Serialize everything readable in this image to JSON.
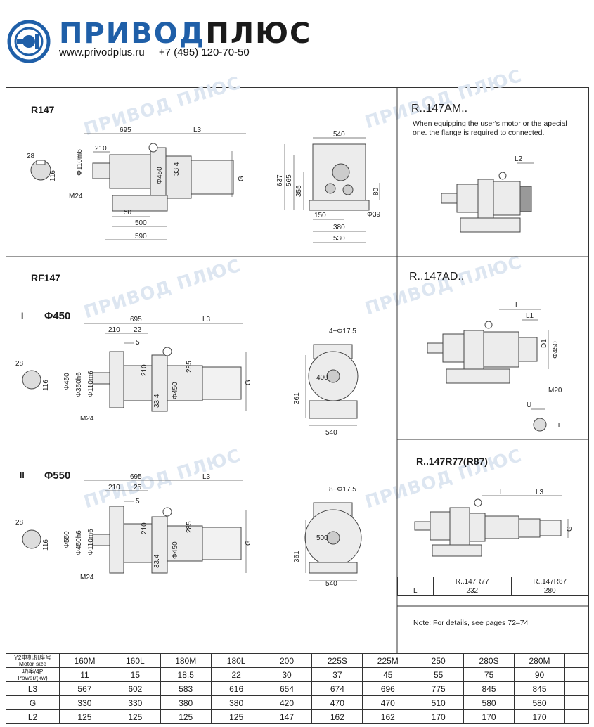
{
  "header": {
    "brand_part1": "ПРИВОД",
    "brand_part2": "ПЛЮС",
    "website": "www.privodplus.ru",
    "phone": "+7 (495) 120-70-50"
  },
  "watermark": "ПРИВОД ПЛЮС",
  "sections": {
    "r147": {
      "title": "R147",
      "dims": {
        "d695": "695",
        "dL3": "L3",
        "d210": "210",
        "d28": "28",
        "d116": "116",
        "dM24": "M24",
        "dshaft": "Φ110m6",
        "dflange": "Φ450",
        "d334": "33.4",
        "d50": "50",
        "d500": "500",
        "d590": "590",
        "dG": "G",
        "d540": "540",
        "d637": "637",
        "d565": "565",
        "d355": "355",
        "d80": "80",
        "d150": "150",
        "d39": "Φ39",
        "d380": "380",
        "d530": "530"
      }
    },
    "r147am": {
      "title": "R..147AM..",
      "note": "When equipping the user's motor or the apecial one. the flange is required to connected.",
      "dims": {
        "dL2": "L2"
      }
    },
    "rf147": {
      "title": "RF147",
      "variant1": {
        "num": "I",
        "size": "Φ450",
        "d695": "695",
        "dL3": "L3",
        "d210": "210",
        "d22": "22",
        "d5": "5",
        "d28": "28",
        "d116": "116",
        "dM24": "M24",
        "d350": "Φ350h6",
        "d110": "Φ110m6",
        "d450": "Φ450",
        "dflange": "Φ450",
        "d210v": "210",
        "d285": "285",
        "d334": "33.4",
        "dG": "G",
        "holes": "4−Φ17.5",
        "d400": "400",
        "d361": "361",
        "d540": "540"
      },
      "variant2": {
        "num": "II",
        "size": "Φ550",
        "d695": "695",
        "dL3": "L3",
        "d210": "210",
        "d25": "25",
        "d5": "5",
        "d28": "28",
        "d116": "116",
        "dM24": "M24",
        "d550": "Φ550",
        "d450h6": "Φ450h6",
        "d110": "Φ110m6",
        "dflange": "Φ450",
        "d210v": "210",
        "d285": "285",
        "d334": "33.4",
        "dG": "G",
        "holes": "8−Φ17.5",
        "d500": "500",
        "d361": "361",
        "d540": "540"
      }
    },
    "r147ad": {
      "title": "R..147AD..",
      "dims": {
        "dL": "L",
        "dL1": "L1",
        "dD1": "D1",
        "dphi": "Φ450",
        "dM20": "M20",
        "dU": "U",
        "dT": "T"
      }
    },
    "r147r77": {
      "title": "R..147R77(R87)",
      "dims": {
        "dL": "L",
        "dL3": "L3",
        "dG": "G"
      },
      "table": {
        "col1": "R..147R77",
        "col2": "R..147R87",
        "row_label": "L",
        "v1": "232",
        "v2": "280"
      }
    },
    "details_note": "Note: For details, see pages 72–74"
  },
  "spec_table": {
    "header_cn": "Y2电机机座号",
    "header_en": "Motor size",
    "power_cn": "功率/4P",
    "power_en": "Power/(kw)",
    "motor_sizes": [
      "160M",
      "160L",
      "180M",
      "180L",
      "200",
      "225S",
      "225M",
      "250",
      "280S",
      "280M"
    ],
    "power": [
      "11",
      "15",
      "18.5",
      "22",
      "30",
      "37",
      "45",
      "55",
      "75",
      "90"
    ],
    "l3_label": "L3",
    "l3": [
      "567",
      "602",
      "583",
      "616",
      "654",
      "674",
      "696",
      "775",
      "845",
      "845"
    ],
    "g_label": "G",
    "g": [
      "330",
      "330",
      "380",
      "380",
      "420",
      "470",
      "470",
      "510",
      "580",
      "580"
    ],
    "l2_label": "L2",
    "l2": [
      "125",
      "125",
      "125",
      "125",
      "147",
      "162",
      "162",
      "170",
      "170",
      "170"
    ]
  }
}
